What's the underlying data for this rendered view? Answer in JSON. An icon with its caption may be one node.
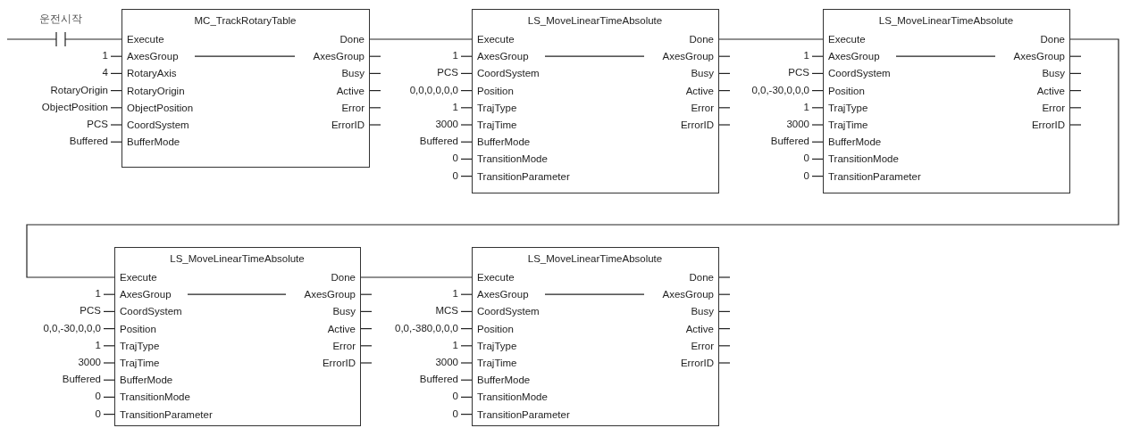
{
  "diagram": {
    "nodes": [
      {
        "text": [
          "운전시작"
        ]
      },
      {
        "text": [
          "MC_TrackRotaryTable",
          "Execute",
          "AxesGroup",
          "RotaryAxis",
          "RotaryOrigin",
          "ObjectPosition",
          "CoordSystem",
          "BufferMode",
          "Done",
          "AxesGroup",
          "Busy",
          "Active",
          "Error",
          "ErrorID"
        ],
        "beside": [
          "1",
          "4",
          "RotaryOrigin",
          "ObjectPosition",
          "PCS",
          "Buffered"
        ]
      },
      {
        "text": [
          "LS_MoveLinearTimeAbsolute",
          "Execute",
          "AxesGroup",
          "CoordSystem",
          "Position",
          "TrajType",
          "TrajTime",
          "BufferMode",
          "TransitionMode",
          "TransitionParameter",
          "Done",
          "AxesGroup",
          "Busy",
          "Active",
          "Error",
          "ErrorID"
        ],
        "beside": [
          "1",
          "PCS",
          "0,0,0,0,0,0",
          "1",
          "3000",
          "Buffered",
          "0",
          "0"
        ]
      },
      {
        "text": [
          "LS_MoveLinearTimeAbsolute",
          "Execute",
          "AxesGroup",
          "CoordSystem",
          "Position",
          "TrajType",
          "TrajTime",
          "BufferMode",
          "TransitionMode",
          "TransitionParameter",
          "Done",
          "AxesGroup",
          "Busy",
          "Active",
          "Error",
          "ErrorID"
        ],
        "beside": [
          "1",
          "PCS",
          "0,0,-30,0,0,0",
          "1",
          "3000",
          "Buffered",
          "0",
          "0"
        ]
      },
      {
        "text": [
          "LS_MoveLinearTimeAbsolute",
          "Execute",
          "AxesGroup",
          "CoordSystem",
          "Position",
          "TrajType",
          "TrajTime",
          "BufferMode",
          "TransitionMode",
          "TransitionParameter",
          "Done",
          "AxesGroup",
          "Busy",
          "Active",
          "Error",
          "ErrorID"
        ],
        "beside": [
          "1",
          "PCS",
          "0,0,-30,0,0,0",
          "1",
          "3000",
          "Buffered",
          "0",
          "0"
        ]
      },
      {
        "text": [
          "LS_MoveLinearTimeAbsolute",
          "Execute",
          "AxesGroup",
          "CoordSystem",
          "Position",
          "TrajType",
          "TrajTime",
          "BufferMode",
          "TransitionMode",
          "TransitionParameter",
          "Done",
          "AxesGroup",
          "Busy",
          "Active",
          "Error",
          "ErrorID"
        ],
        "beside": [
          "1",
          "MCS",
          "0,0,-380,0,0,0",
          "1",
          "3000",
          "Buffered",
          "0",
          "0"
        ]
      }
    ],
    "edges": [
      {
        "from": null,
        "to": 0,
        "arrow": "none"
      },
      {
        "from": 0,
        "to": 1,
        "arrow": "none"
      },
      {
        "from": 1,
        "to": 2,
        "arrow": "none"
      },
      {
        "from": 2,
        "to": 3,
        "arrow": "none"
      },
      {
        "from": 3,
        "to": 4,
        "arrow": "none"
      },
      {
        "from": 4,
        "to": 5,
        "arrow": "none"
      }
    ]
  }
}
